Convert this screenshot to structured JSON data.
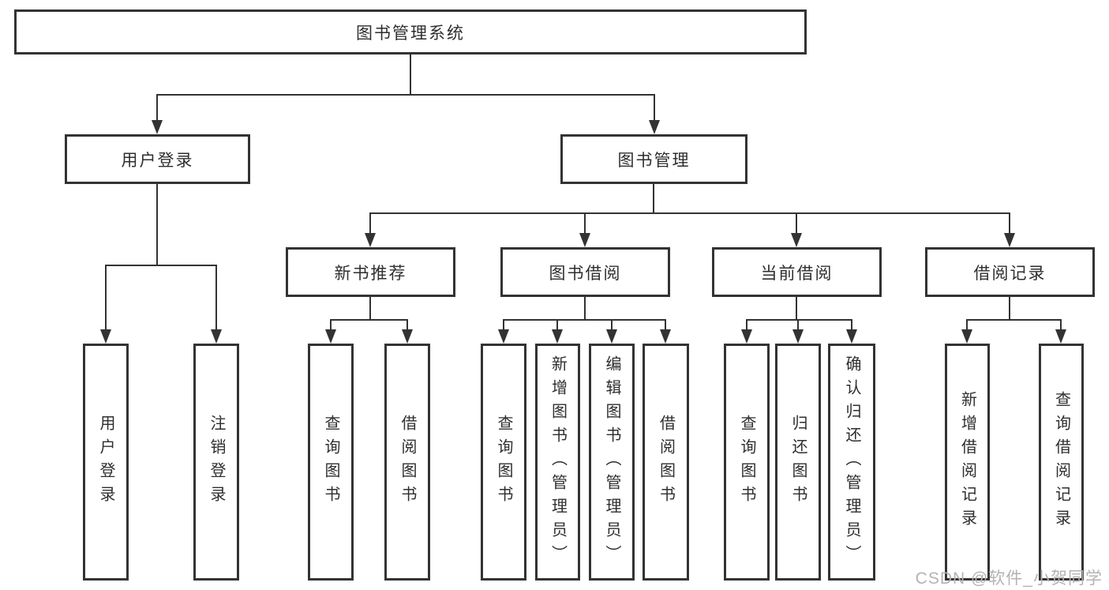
{
  "diagram": {
    "root": "图书管理系统",
    "user_login": {
      "label": "用户登录",
      "children": [
        "用户登录",
        "注销登录"
      ]
    },
    "book_mgmt": {
      "label": "图书管理"
    },
    "sections": [
      {
        "label": "新书推荐",
        "children": [
          "查询图书",
          "借阅图书"
        ]
      },
      {
        "label": "图书借阅",
        "children": [
          "查询图书",
          "新增图书（管理员）",
          "编辑图书（管理员）",
          "借阅图书"
        ]
      },
      {
        "label": "当前借阅",
        "children": [
          "查询图书",
          "归还图书",
          "确认归还（管理员）"
        ]
      },
      {
        "label": "借阅记录",
        "children": [
          "新增借阅记录",
          "查询借阅记录"
        ]
      }
    ]
  },
  "watermark": {
    "text": "CSDN @软件_小贺同学"
  },
  "colors": {
    "line": "#333333",
    "text": "#2e2e2e",
    "watermark": "#b5b2b2"
  }
}
